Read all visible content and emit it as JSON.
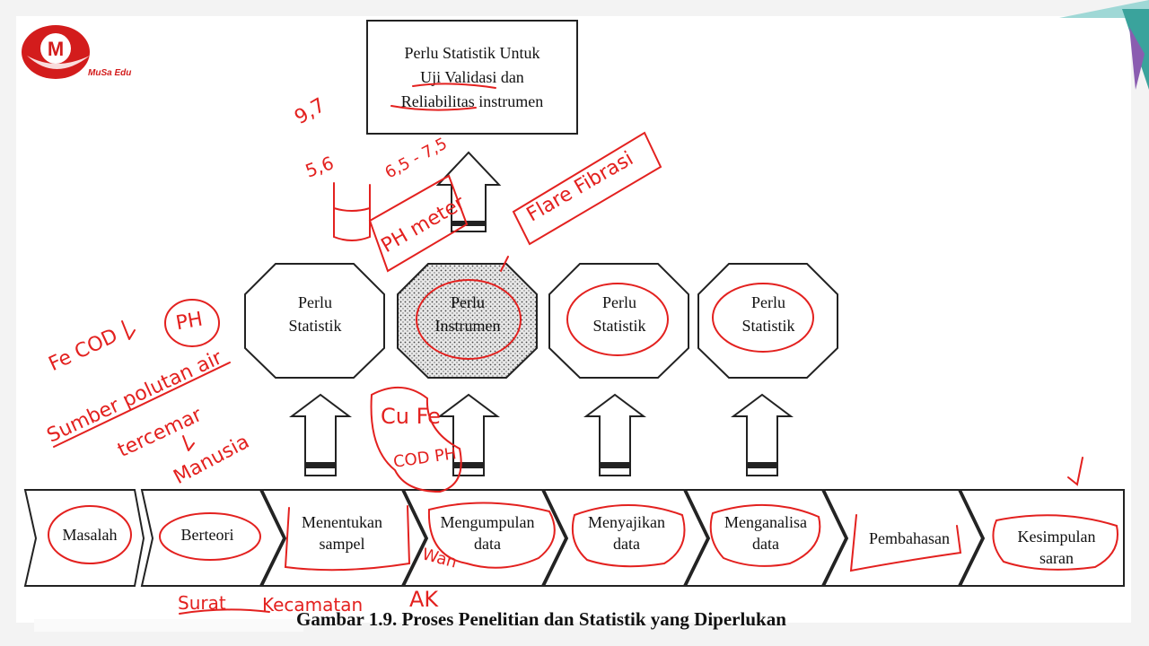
{
  "logo": {
    "letter": "M",
    "brand": "MuSa Edu"
  },
  "top_box": {
    "lines": [
      "Perlu Statistik Untuk",
      "Uji Validasi dan",
      "Reliabilitas instrumen"
    ]
  },
  "octagons": [
    {
      "lines": [
        "Perlu",
        "Statistik"
      ],
      "shaded": false
    },
    {
      "lines": [
        "Perlu",
        "Instrumen"
      ],
      "shaded": true
    },
    {
      "lines": [
        "Perlu",
        "Statistik"
      ],
      "shaded": false
    },
    {
      "lines": [
        "Perlu",
        "Statistik"
      ],
      "shaded": false
    }
  ],
  "steps": [
    {
      "lines": [
        "Masalah"
      ]
    },
    {
      "lines": [
        "Berteori"
      ]
    },
    {
      "lines": [
        "Menentukan",
        "sampel"
      ]
    },
    {
      "lines": [
        "Mengumpulan",
        "data"
      ]
    },
    {
      "lines": [
        "Menyajikan",
        "data"
      ]
    },
    {
      "lines": [
        "Menganalisa",
        "data"
      ]
    },
    {
      "lines": [
        "Pembahasan"
      ]
    },
    {
      "lines": [
        "Kesimpulan",
        "saran"
      ]
    }
  ],
  "caption": "Gambar 1.9. Proses Penelitian dan Statistik yang Diperlukan",
  "annotations": {
    "n1": "9,7",
    "n2": "5,6",
    "n3": "6,5 - 7,5",
    "ph_meter": "PH meter",
    "flare": "Flare Fibrasi",
    "fe_cod": "Fe COD",
    "ph": "PH",
    "sumber": "Sumber polutan air",
    "tercemar": "tercemar",
    "manusia": "Manusia",
    "cu_fe": "Cu Fe",
    "cod_ph": "COD PH",
    "wan": "Wan",
    "surat": "Surat",
    "kecamatan": "Kecamatan",
    "ak": "AK"
  },
  "colors": {
    "ink": "#e3211f",
    "logo": "#d31c1c",
    "line": "#222222"
  }
}
